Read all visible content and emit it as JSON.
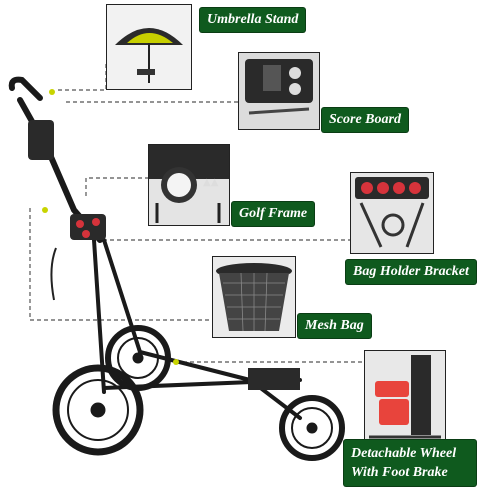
{
  "callouts": {
    "umbrella": "Umbrella Stand",
    "score_board": "Score Board",
    "golf_frame": "Golf Frame",
    "bag_holder": "Bag Holder Bracket",
    "mesh_bag": "Mesh Bag",
    "wheel_line1": "Detachable Wheel",
    "wheel_line2": "With Foot Brake"
  },
  "colors": {
    "label_bg": "#0f5a1e",
    "label_text": "#ffffff",
    "frame": "#1a1a1a",
    "accent_red": "#d6333b",
    "accent_yellow": "#c8d400"
  }
}
